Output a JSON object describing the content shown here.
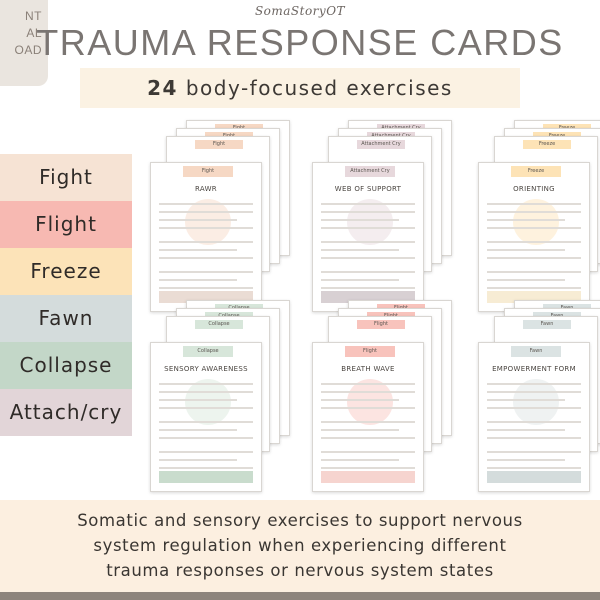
{
  "corner_badge": {
    "lines": [
      "NT",
      "AL",
      "OAD"
    ]
  },
  "brand": "SomaStoryOT",
  "title": "TRAUMA RESPONSE CARDS",
  "subtitle": {
    "number": "24",
    "text": " body-focused exercises"
  },
  "tabs": [
    {
      "label": "Fight",
      "color": "#f6e3d4"
    },
    {
      "label": "Flight",
      "color": "#f7b9b2"
    },
    {
      "label": "Freeze",
      "color": "#fce3b8"
    },
    {
      "label": "Fawn",
      "color": "#d4dcdc"
    },
    {
      "label": "Collapse",
      "color": "#c3d7c8"
    },
    {
      "label": "Attach/cry",
      "color": "#e2d5d8"
    }
  ],
  "cards": [
    {
      "tag": "Fight",
      "back_tag": "Fight",
      "title": "RAWR",
      "accent": "#f6d8c4",
      "footer": "#eadcd4"
    },
    {
      "tag": "Attachment Cry",
      "back_tag": "Attachment Cry",
      "title": "WEB OF SUPPORT",
      "accent": "#e7d8dc",
      "footer": "#d8d0d3"
    },
    {
      "tag": "Freeze",
      "back_tag": "Freeze",
      "title": "ORIENTING",
      "accent": "#fde3b6",
      "footer": "#f7ecd4"
    },
    {
      "tag": "Collapse",
      "back_tag": "Collapse",
      "title": "SENSORY AWARENESS",
      "accent": "#d7e6da",
      "footer": "#c9dccd"
    },
    {
      "tag": "Flight",
      "back_tag": "Flight",
      "title": "BREATH WAVE",
      "accent": "#f8c3bc",
      "footer": "#f6d4cf"
    },
    {
      "tag": "Fawn",
      "back_tag": "Fawn",
      "title": "EMPOWERMENT FORM",
      "accent": "#dbe3e3",
      "footer": "#d4dcdc"
    }
  ],
  "footer": {
    "lines": [
      "Somatic and sensory exercises to support nervous",
      "system regulation when experiencing different",
      "trauma responses or nervous system states"
    ]
  }
}
